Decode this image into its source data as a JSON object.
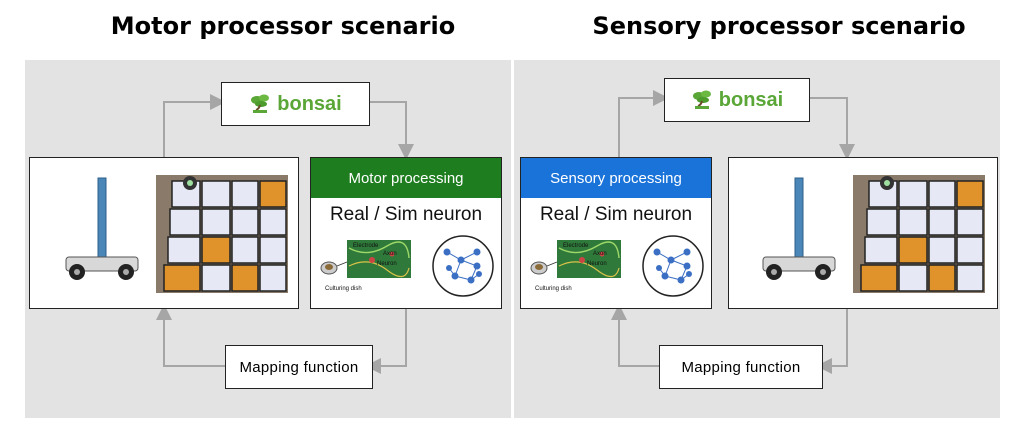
{
  "left": {
    "title": "Motor processor scenario",
    "bonsai_label": "bonsai",
    "processing_label": "Motor processing",
    "neuron_label": "Real / Sim neuron",
    "mapping_label": "Mapping function",
    "figure_labels": {
      "electrode": "Electrode",
      "axon": "Axon",
      "neuron": "Neuron",
      "dish": "Culturing dish"
    }
  },
  "right": {
    "title": "Sensory processor scenario",
    "bonsai_label": "bonsai",
    "processing_label": "Sensory processing",
    "neuron_label": "Real / Sim neuron",
    "mapping_label": "Mapping function",
    "figure_labels": {
      "electrode": "Electrode",
      "axon": "Axon",
      "neuron": "Neuron",
      "dish": "Culturing dish"
    }
  },
  "colors": {
    "motor_header": "#1e7d1e",
    "sensory_header": "#1a73d9",
    "panel_bg": "#e3e3e3",
    "arrow": "#a6a6a6",
    "bonsai_green": "#5aa637",
    "tile_orange": "#e0932b",
    "tile_light": "#e6e8f5",
    "pole_blue": "#4a86b8"
  },
  "icons": [
    "bonsai-tree-icon",
    "cartpole-robot-icon",
    "tile-grid-photo-icon",
    "electrode-dish-icon",
    "neuron-network-icon"
  ]
}
